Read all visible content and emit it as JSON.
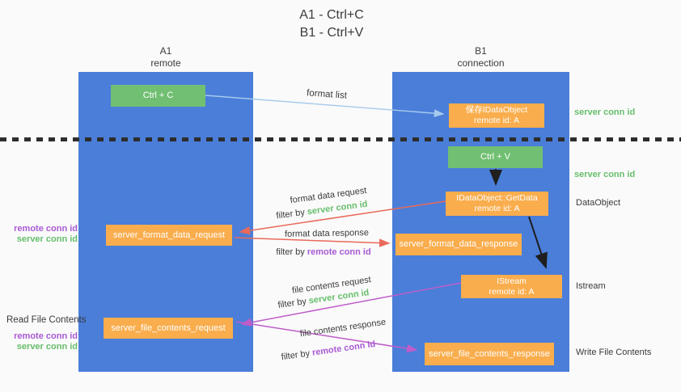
{
  "title": {
    "line1": "A1 - Ctrl+C",
    "line2": "B1 - Ctrl+V"
  },
  "lanes": {
    "left": {
      "name": "A1",
      "role": "remote"
    },
    "right": {
      "name": "B1",
      "role": "connection"
    }
  },
  "nodes": {
    "ctrl_c": "Ctrl + C",
    "ctrl_v": "Ctrl + V",
    "save_dataobject_line1": "保存IDataObject",
    "save_dataobject_line2": "remote id: A",
    "getdata_line1": "IDataObject::GetData",
    "getdata_line2": "remote id: A",
    "istream_line1": "IStream",
    "istream_line2": "remote id: A",
    "format_request": "server_format_data_request",
    "format_response": "server_format_data_response",
    "file_request": "server_file_contents_request",
    "file_response": "server_file_contents_response"
  },
  "edge_labels": {
    "format_list": "format list",
    "format_data_request": "format data request",
    "format_data_response": "format data response",
    "file_contents_request": "file contents request",
    "file_contents_response": "file contents response",
    "filter_by": "filter by ",
    "server_conn_id": "server conn id",
    "remote_conn_id": "remote conn id"
  },
  "side_labels": {
    "server_conn_id_top": "server conn id",
    "server_conn_id_mid": "server conn id",
    "dataobject": "DataObject",
    "istream": "Istream",
    "read_file_contents": "Read File Contents",
    "write_file_contents": "Write File Contents"
  },
  "colors": {
    "lane_blue": "#4A7ED9",
    "node_green": "#71BF72",
    "node_orange": "#F9AD4D",
    "arrow_light_blue": "#A6CAEC",
    "arrow_red": "#E96A5B",
    "arrow_magenta": "#BE5DC9",
    "arrow_black": "#1F1F1F",
    "text_green": "#66BE6B",
    "text_purple": "#A95AD4",
    "background": "#FAFAFA"
  }
}
